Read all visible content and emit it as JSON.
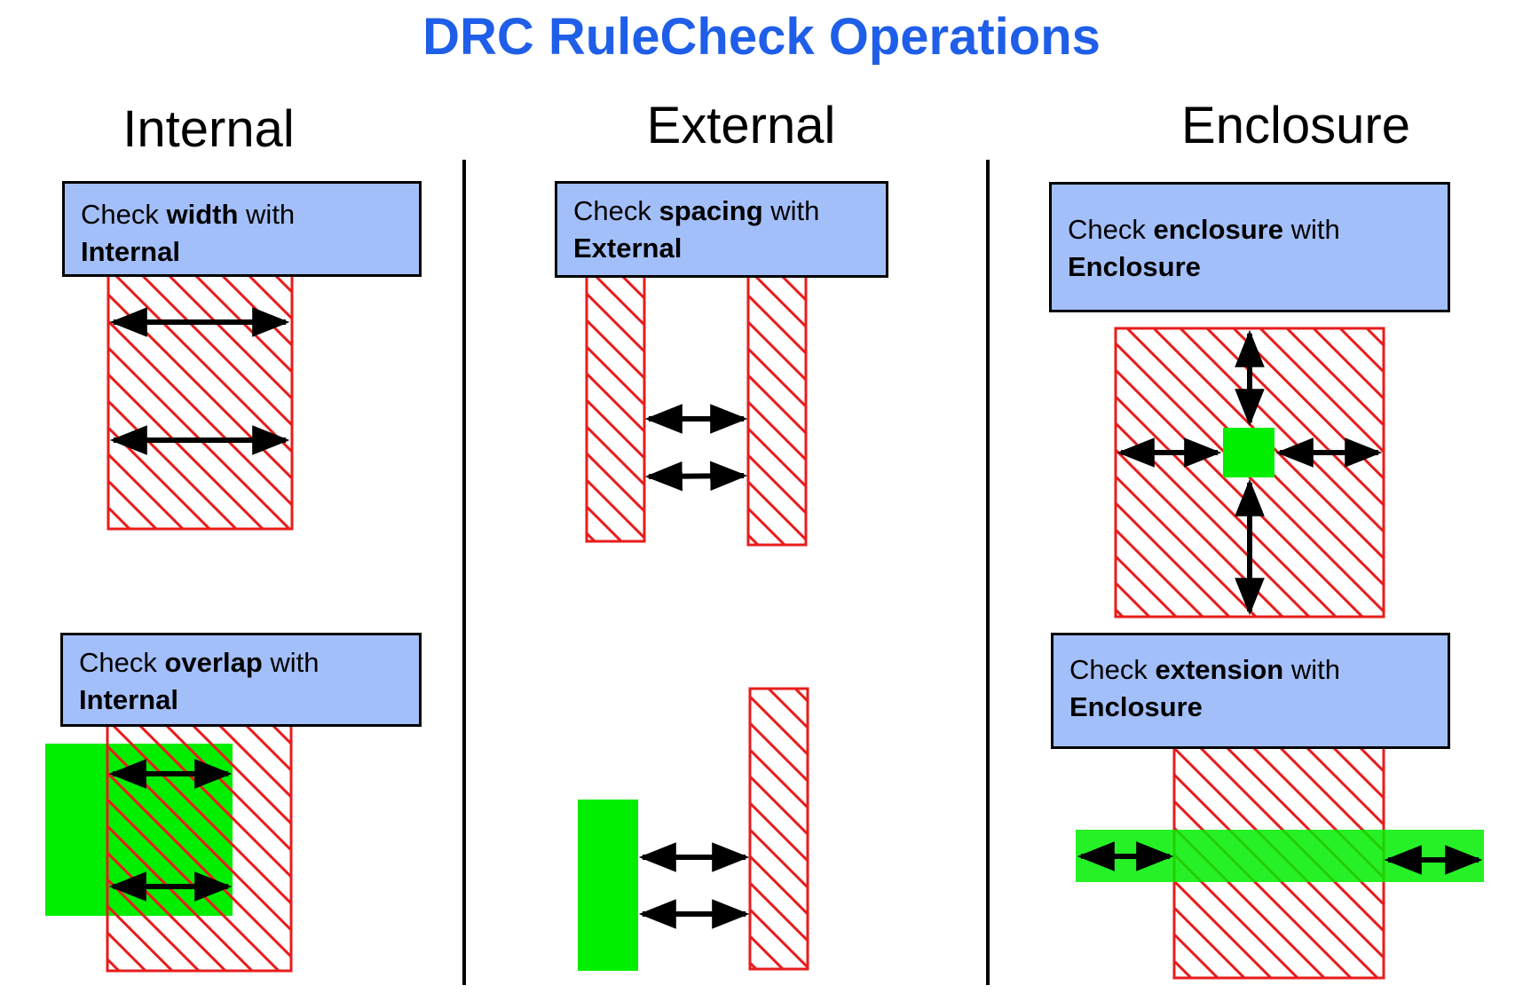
{
  "title": "DRC RuleCheck Operations",
  "columns": [
    {
      "heading": "Internal"
    },
    {
      "heading": "External"
    },
    {
      "heading": "Enclosure"
    }
  ],
  "panels": {
    "width": {
      "check": "Check",
      "keyword": "width",
      "with": "with",
      "operation": "Internal"
    },
    "overlap": {
      "check": "Check",
      "keyword": "overlap",
      "with": "with",
      "operation": "Internal"
    },
    "spacing": {
      "check": "Check",
      "keyword": "spacing",
      "with": "with",
      "operation": "External"
    },
    "enclosure": {
      "check": "Check",
      "keyword": "enclosure",
      "with": "with",
      "operation": "Enclosure"
    },
    "extension": {
      "check": "Check",
      "keyword": "extension",
      "with": "with",
      "operation": "Enclosure"
    }
  },
  "colors": {
    "title": "#1f5ee8",
    "box_fill": "#a3bffa",
    "hatch": "#e81c1c",
    "layer_green": "#00ee00",
    "arrow": "#000000"
  }
}
